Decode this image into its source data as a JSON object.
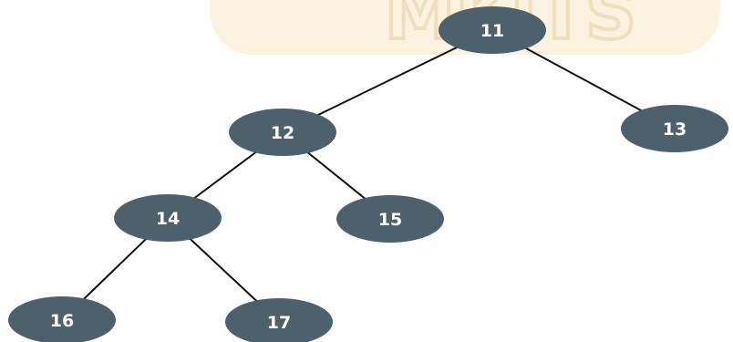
{
  "watermark": {
    "text": "MKITS",
    "color": "#f3e6c8"
  },
  "node_color": "#4d616d",
  "node_text_color": "#ffffff",
  "edge_color": "#111111",
  "tree": {
    "nodes": [
      {
        "id": "n11",
        "label": "11"
      },
      {
        "id": "n12",
        "label": "12"
      },
      {
        "id": "n13",
        "label": "13"
      },
      {
        "id": "n14",
        "label": "14"
      },
      {
        "id": "n15",
        "label": "15"
      },
      {
        "id": "n16",
        "label": "16"
      },
      {
        "id": "n17",
        "label": "17"
      }
    ],
    "edges": [
      {
        "from": "n11",
        "to": "n12"
      },
      {
        "from": "n11",
        "to": "n13"
      },
      {
        "from": "n12",
        "to": "n14"
      },
      {
        "from": "n12",
        "to": "n15"
      },
      {
        "from": "n14",
        "to": "n16"
      },
      {
        "from": "n14",
        "to": "n17"
      }
    ]
  }
}
